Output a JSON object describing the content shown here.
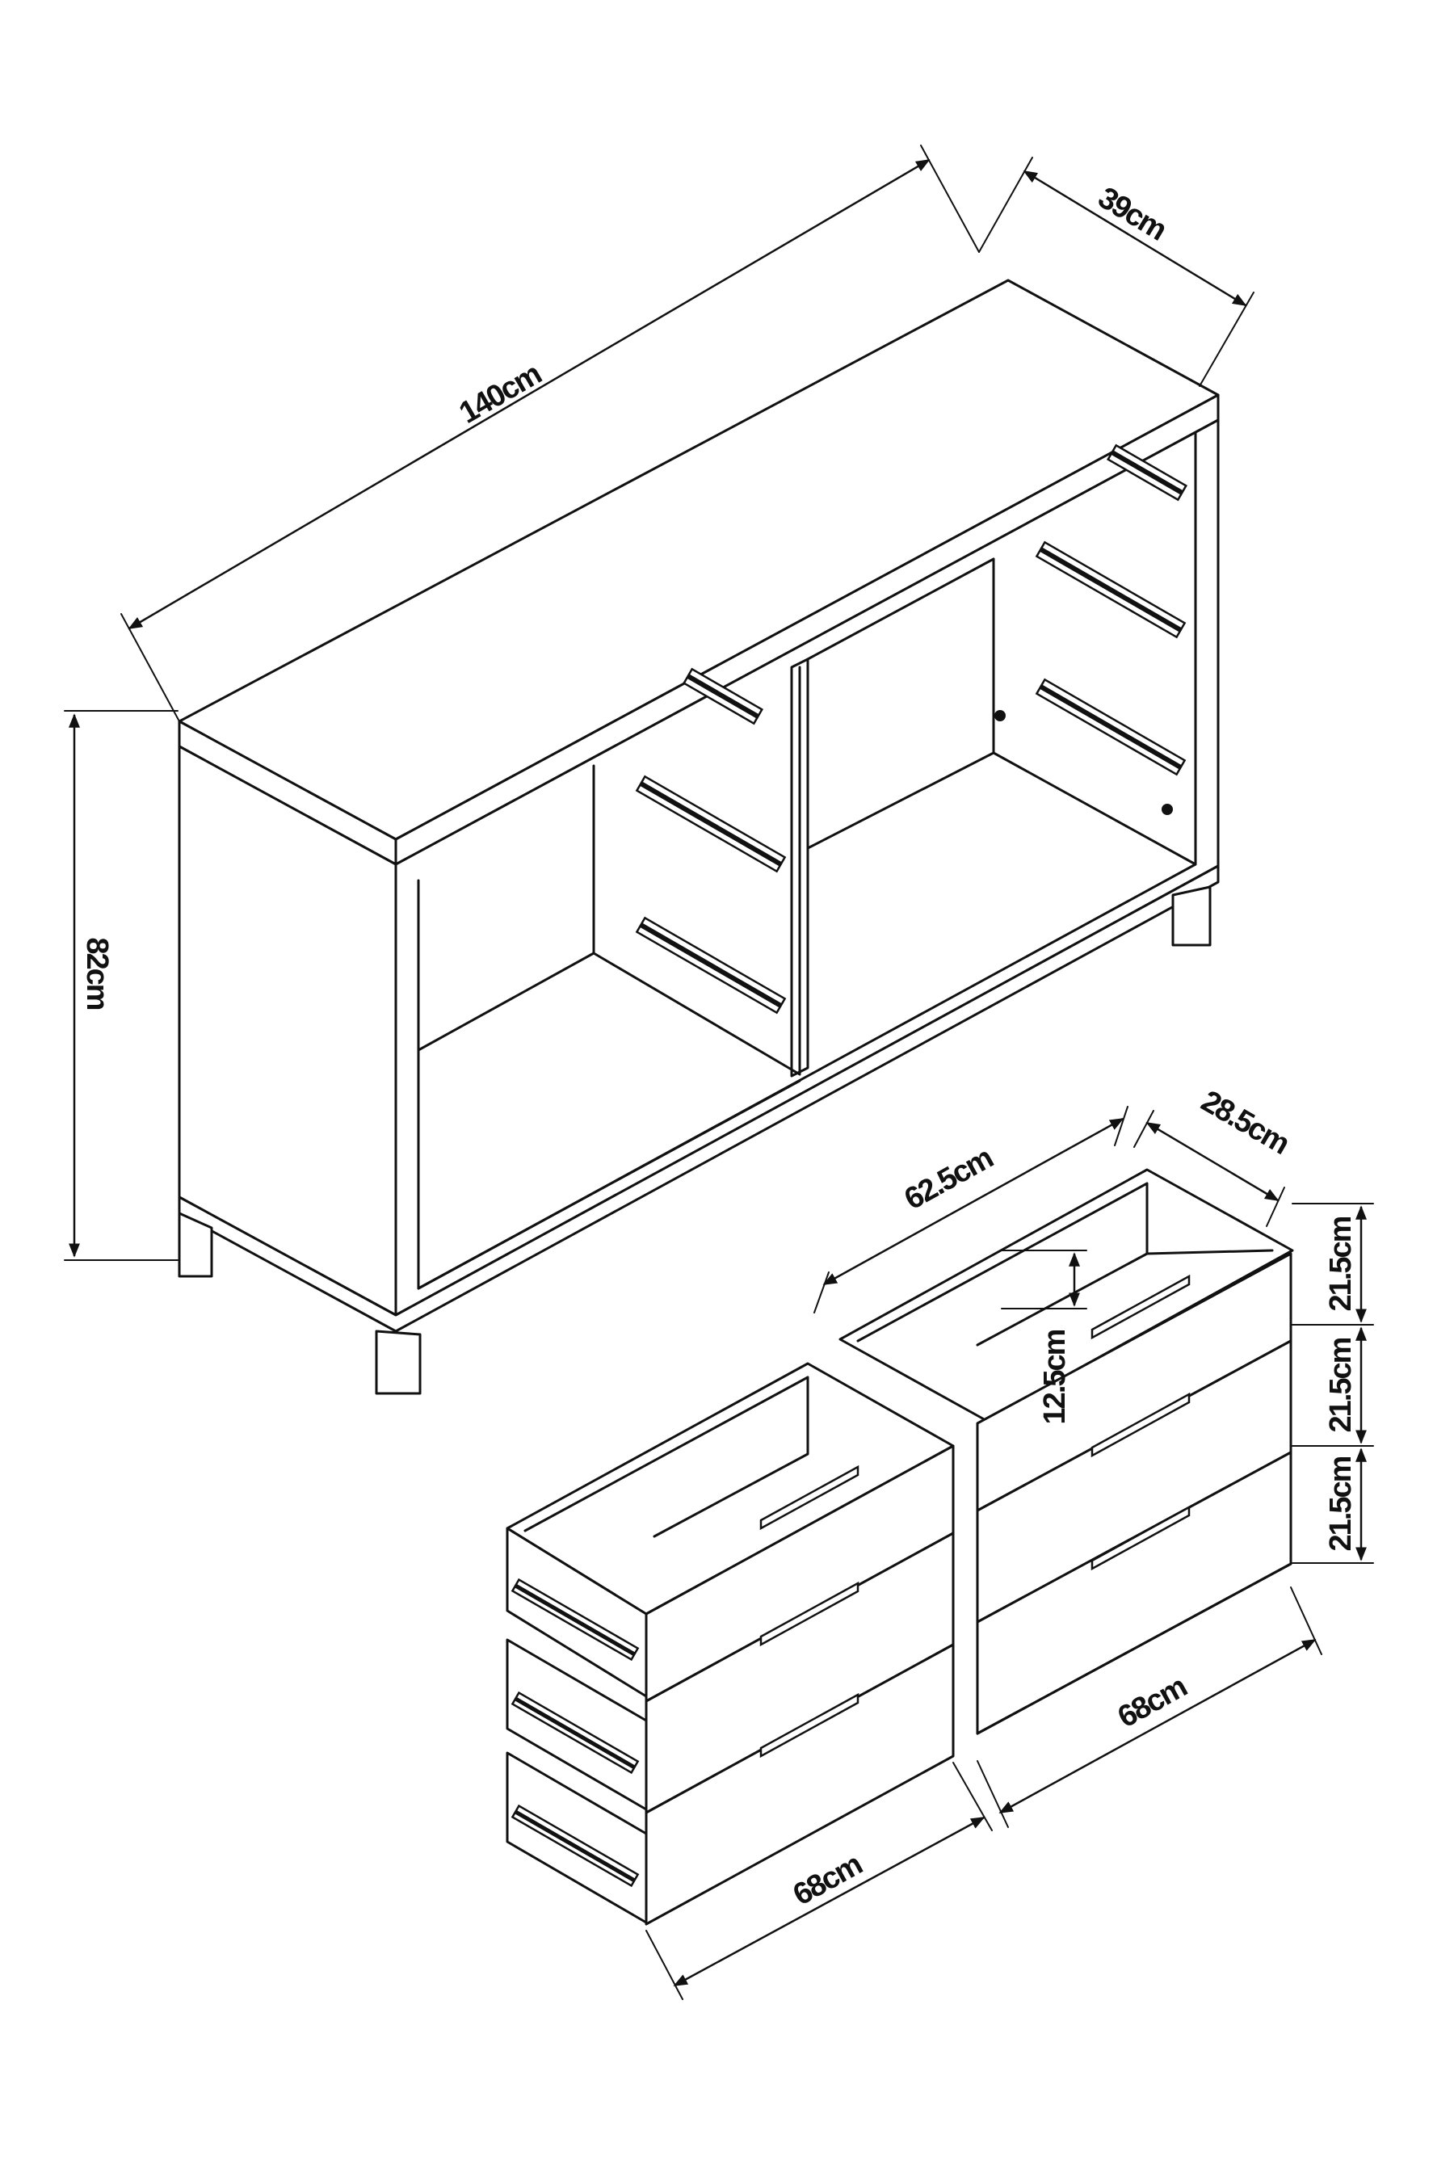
{
  "dimensions": {
    "cabinet_width": "140cm",
    "cabinet_depth": "39cm",
    "cabinet_height": "82cm",
    "drawer_inner_width": "62.5cm",
    "drawer_inner_depth": "28.5cm",
    "drawer_inner_height": "12.5cm",
    "drawer_front_height_1": "21.5cm",
    "drawer_front_height_2": "21.5cm",
    "drawer_front_height_3": "21.5cm",
    "drawer_bank_width_left": "68cm",
    "drawer_bank_width_right": "68cm"
  }
}
